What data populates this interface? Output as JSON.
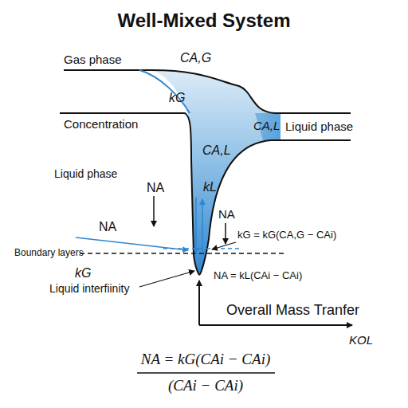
{
  "diagram": {
    "title": "Well-Mixed System",
    "labels": [
      "Gas phase",
      "CA,G",
      "kG",
      "Concentration",
      "CA,L",
      "Liquid phase",
      "CA,L",
      "Liquid phase",
      "NA",
      "kL",
      "NA",
      "NA",
      "kG = kG(CA,G − CAi)",
      "Boundary layers",
      "kG",
      "NA = kL(CAi − CAi)",
      "Liquid interfiinity",
      "Overall Mass Tranfer",
      "KOL",
      "NA = kG(CAi − CAi)",
      "(CAi − CAi)"
    ]
  }
}
